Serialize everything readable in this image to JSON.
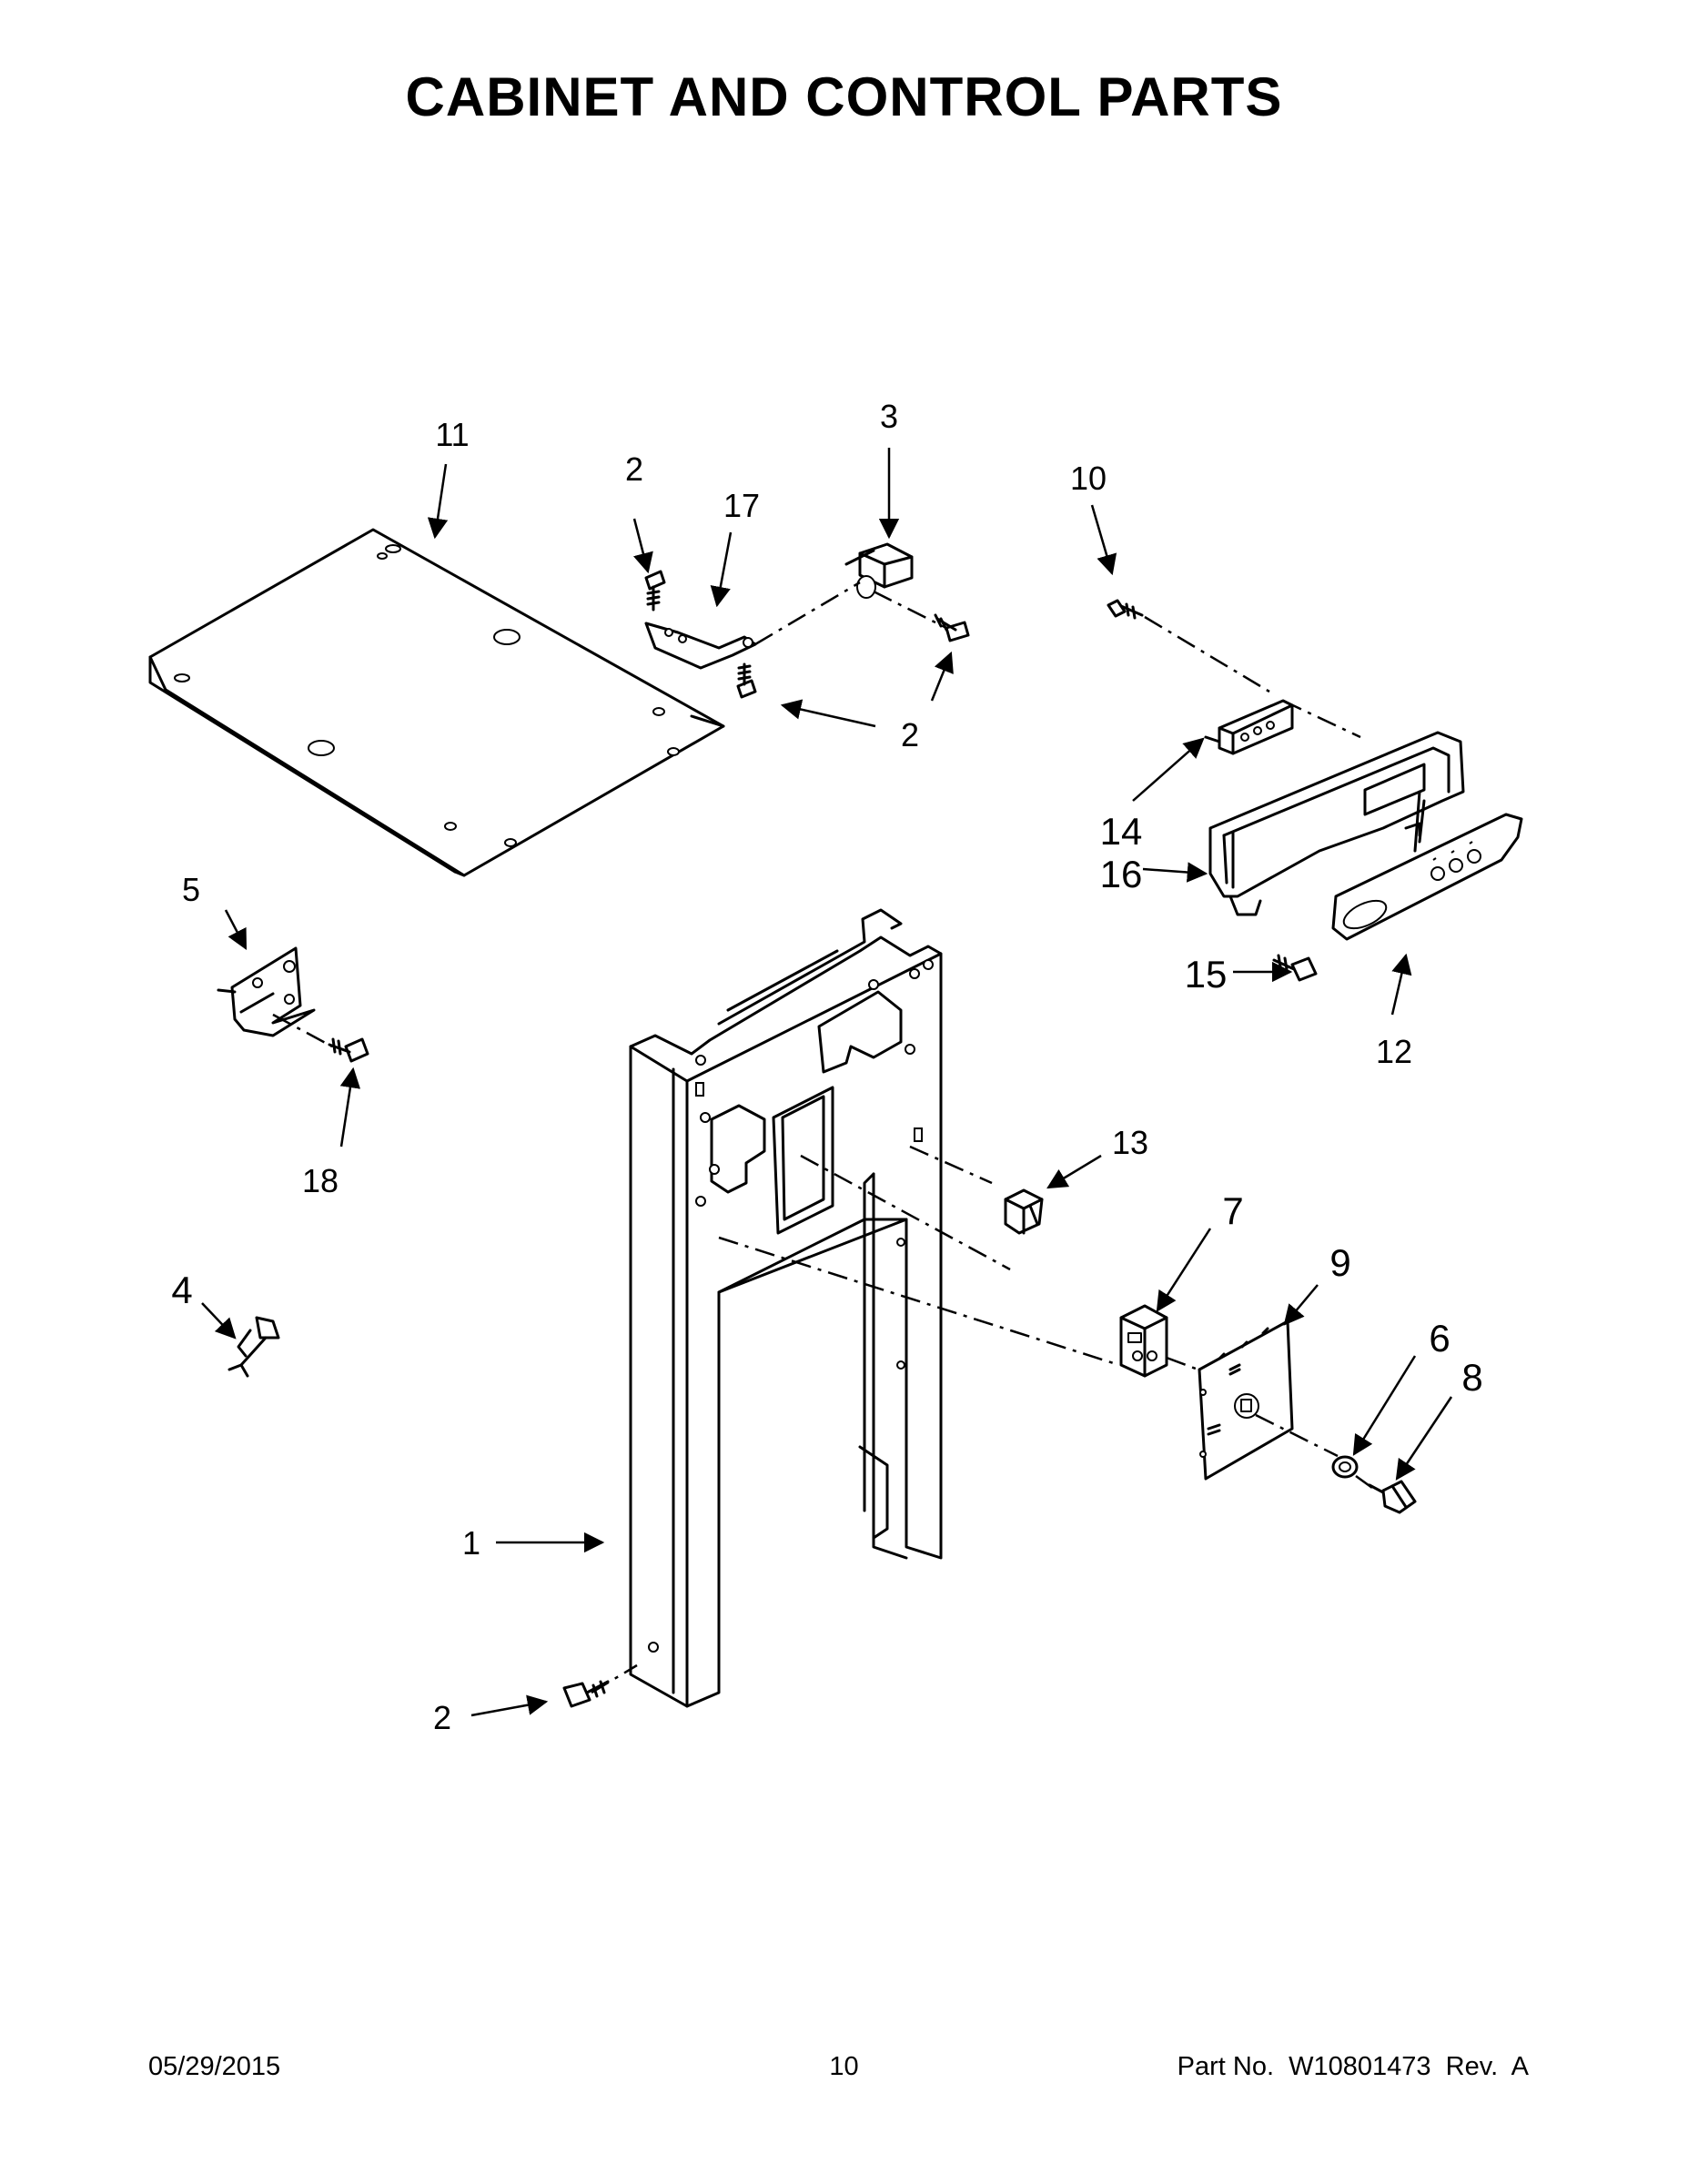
{
  "title": "CABINET AND CONTROL PARTS",
  "footer": {
    "date": "05/29/2015",
    "page": "10",
    "part_no": "Part No.  W10801473  Rev.  A"
  },
  "callouts": {
    "c1": "1",
    "c2a": "2",
    "c2b": "2",
    "c2c": "2",
    "c3": "3",
    "c4": "4",
    "c5": "5",
    "c6": "6",
    "c7": "7",
    "c8": "8",
    "c9": "9",
    "c10": "10",
    "c11": "11",
    "c12": "12",
    "c13": "13",
    "c14": "14",
    "c15": "15",
    "c16": "16",
    "c17": "17",
    "c18": "18"
  }
}
